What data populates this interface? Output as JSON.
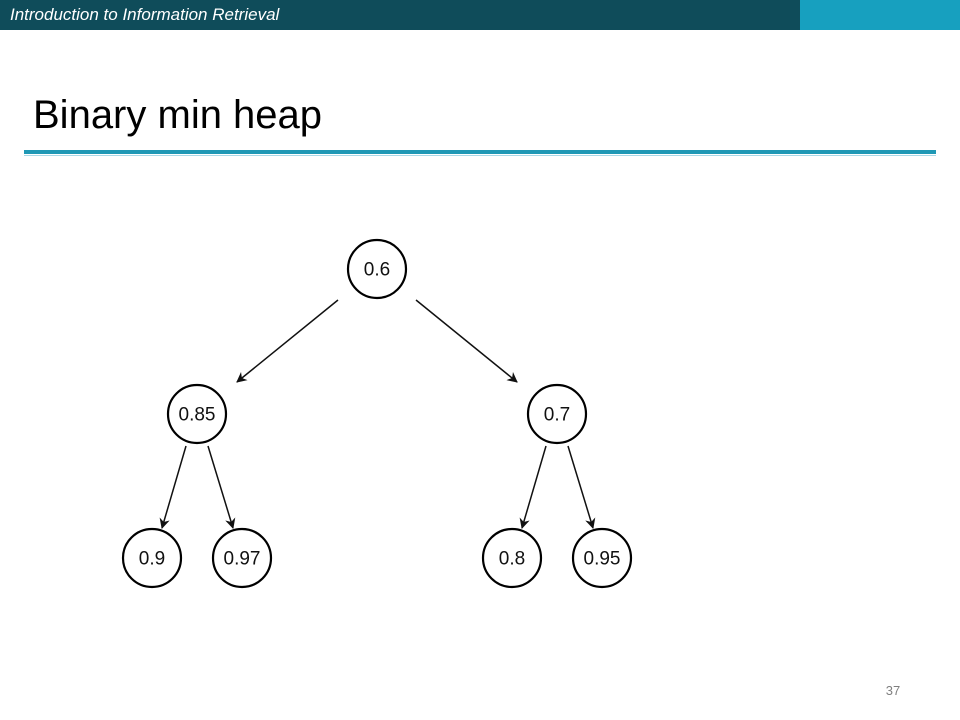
{
  "header": {
    "course_title": "Introduction to Information Retrieval",
    "bar_color": "#0f4c5a",
    "accent_color": "#17a0bf"
  },
  "slide": {
    "title": "Binary min heap",
    "page_number": "37"
  },
  "heap": {
    "nodes": [
      {
        "id": "root",
        "label": "0.6"
      },
      {
        "id": "left",
        "label": "0.85"
      },
      {
        "id": "right",
        "label": "0.7"
      },
      {
        "id": "left-left",
        "label": "0.9"
      },
      {
        "id": "left-right",
        "label": "0.97"
      },
      {
        "id": "right-left",
        "label": "0.8"
      },
      {
        "id": "right-right",
        "label": "0.95"
      }
    ],
    "edges": [
      {
        "from": "root",
        "to": "left"
      },
      {
        "from": "root",
        "to": "right"
      },
      {
        "from": "left",
        "to": "left-left"
      },
      {
        "from": "left",
        "to": "left-right"
      },
      {
        "from": "right",
        "to": "right-left"
      },
      {
        "from": "right",
        "to": "right-right"
      }
    ]
  }
}
